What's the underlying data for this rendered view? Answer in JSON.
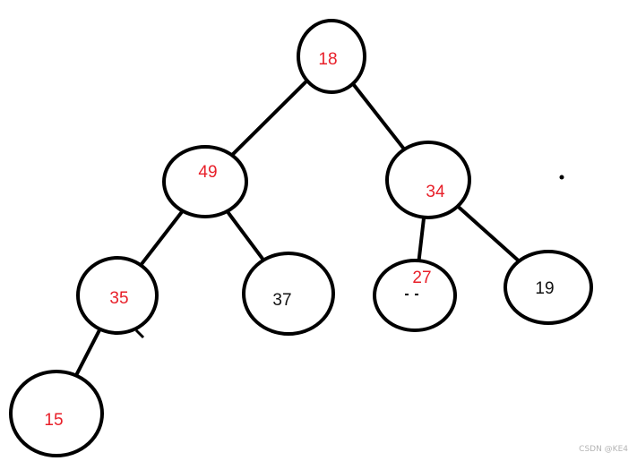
{
  "colors": {
    "red": "#e8202a",
    "black": "#111111",
    "stroke": "#000000"
  },
  "nodes": [
    {
      "id": "n18",
      "label": "18",
      "color": "red"
    },
    {
      "id": "n49",
      "label": "49",
      "color": "red"
    },
    {
      "id": "n34",
      "label": "34",
      "color": "red"
    },
    {
      "id": "n35",
      "label": "35",
      "color": "red"
    },
    {
      "id": "n37",
      "label": "37",
      "color": "black"
    },
    {
      "id": "n27",
      "label": "27",
      "color": "red"
    },
    {
      "id": "n19",
      "label": "19",
      "color": "black"
    },
    {
      "id": "n15",
      "label": "15",
      "color": "red"
    }
  ],
  "edges": [
    [
      "n18",
      "n49"
    ],
    [
      "n18",
      "n34"
    ],
    [
      "n49",
      "n35"
    ],
    [
      "n49",
      "n37"
    ],
    [
      "n34",
      "n27"
    ],
    [
      "n34",
      "n19"
    ],
    [
      "n35",
      "n15"
    ]
  ],
  "watermark": "CSDN @KE4"
}
